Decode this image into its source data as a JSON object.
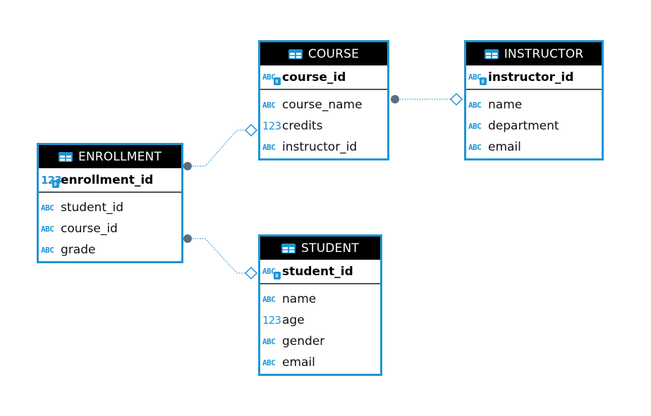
{
  "entities": {
    "course": {
      "title": "COURSE",
      "pk": {
        "name": "course_id",
        "type": "ABC"
      },
      "fields": [
        {
          "name": "course_name",
          "type": "ABC"
        },
        {
          "name": "credits",
          "type": "123"
        },
        {
          "name": "instructor_id",
          "type": "ABC"
        }
      ]
    },
    "instructor": {
      "title": "INSTRUCTOR",
      "pk": {
        "name": "instructor_id",
        "type": "ABC"
      },
      "fields": [
        {
          "name": "name",
          "type": "ABC"
        },
        {
          "name": "department",
          "type": "ABC"
        },
        {
          "name": "email",
          "type": "ABC"
        }
      ]
    },
    "enrollment": {
      "title": "ENROLLMENT",
      "pk": {
        "name": "enrollment_id",
        "type": "123"
      },
      "fields": [
        {
          "name": "student_id",
          "type": "ABC"
        },
        {
          "name": "course_id",
          "type": "ABC"
        },
        {
          "name": "grade",
          "type": "ABC"
        }
      ]
    },
    "student": {
      "title": "STUDENT",
      "pk": {
        "name": "student_id",
        "type": "ABC"
      },
      "fields": [
        {
          "name": "name",
          "type": "ABC"
        },
        {
          "name": "age",
          "type": "123"
        },
        {
          "name": "gender",
          "type": "ABC"
        },
        {
          "name": "email",
          "type": "ABC"
        }
      ]
    }
  },
  "relationships": [
    {
      "from": "course",
      "to": "instructor"
    },
    {
      "from": "enrollment",
      "to": "course"
    },
    {
      "from": "enrollment",
      "to": "student"
    }
  ],
  "colors": {
    "accent": "#1e95d3",
    "header": "#000000",
    "connector_end": "#5a6e7f"
  }
}
